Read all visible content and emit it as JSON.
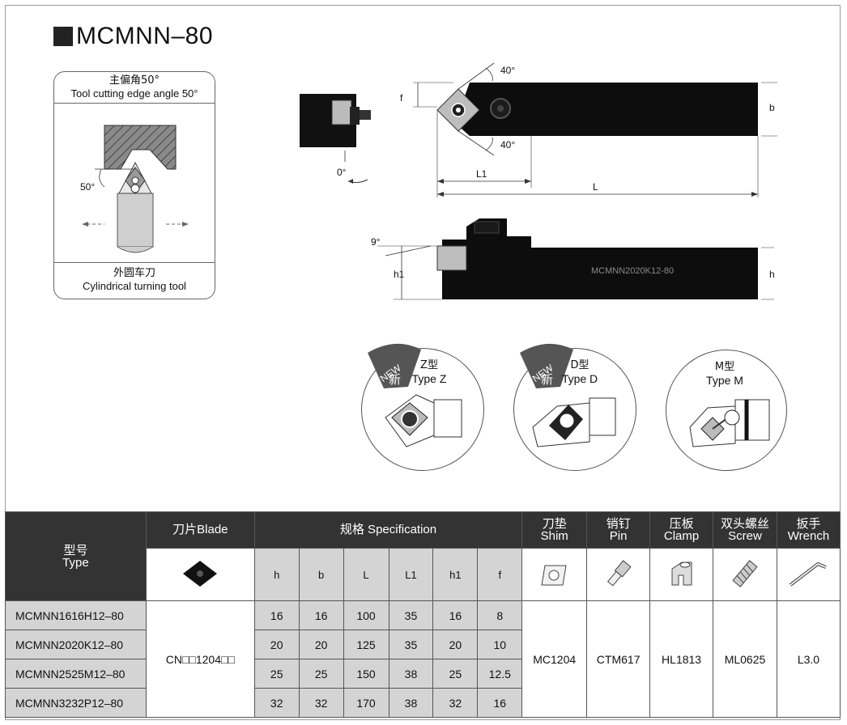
{
  "title": "MCMNN–80",
  "angle_box": {
    "head_cn": "主偏角50°",
    "head_en": "Tool cutting edge angle 50°",
    "angle_label": "50°",
    "foot_cn": "外圆车刀",
    "foot_en": "Cylindrical turning tool"
  },
  "drawing": {
    "angle_top": "40°",
    "angle_bottom": "40°",
    "f": "f",
    "b": "b",
    "L1": "L1",
    "L": "L",
    "zero": "0°",
    "nine": "9°",
    "h1": "h1",
    "h": "h",
    "marking": "MCMNN2020K12-80"
  },
  "types": [
    {
      "cn": "Z型",
      "en": "Type Z",
      "badge": "NEW",
      "badge_cn": "新"
    },
    {
      "cn": "D型",
      "en": "Type D",
      "badge": "NEW",
      "badge_cn": "新"
    },
    {
      "cn": "M型",
      "en": "Type M"
    }
  ],
  "table": {
    "type_cn": "型号",
    "type_en": "Type",
    "blade": "刀片Blade",
    "spec": "规格 Specification",
    "shim_cn": "刀垫",
    "shim_en": "Shim",
    "pin_cn": "销钉",
    "pin_en": "Pin",
    "clamp_cn": "压板",
    "clamp_en": "Clamp",
    "screw_cn": "双头螺丝",
    "screw_en": "Screw",
    "wrench_cn": "扳手",
    "wrench_en": "Wrench",
    "cols": [
      "h",
      "b",
      "L",
      "L1",
      "h1",
      "f"
    ],
    "blade_code": "CN□□1204□□",
    "shim": "MC1204",
    "pin": "CTM617",
    "clamp": "HL1813",
    "screw": "ML0625",
    "wrench": "L3.0",
    "rows": [
      {
        "model": "MCMNN1616H12–80",
        "vals": [
          "16",
          "16",
          "100",
          "35",
          "16",
          "8"
        ]
      },
      {
        "model": "MCMNN2020K12–80",
        "vals": [
          "20",
          "20",
          "125",
          "35",
          "20",
          "10"
        ]
      },
      {
        "model": "MCMNN2525M12–80",
        "vals": [
          "25",
          "25",
          "150",
          "38",
          "25",
          "12.5"
        ]
      },
      {
        "model": "MCMNN3232P12–80",
        "vals": [
          "32",
          "32",
          "170",
          "38",
          "32",
          "16"
        ]
      }
    ]
  }
}
